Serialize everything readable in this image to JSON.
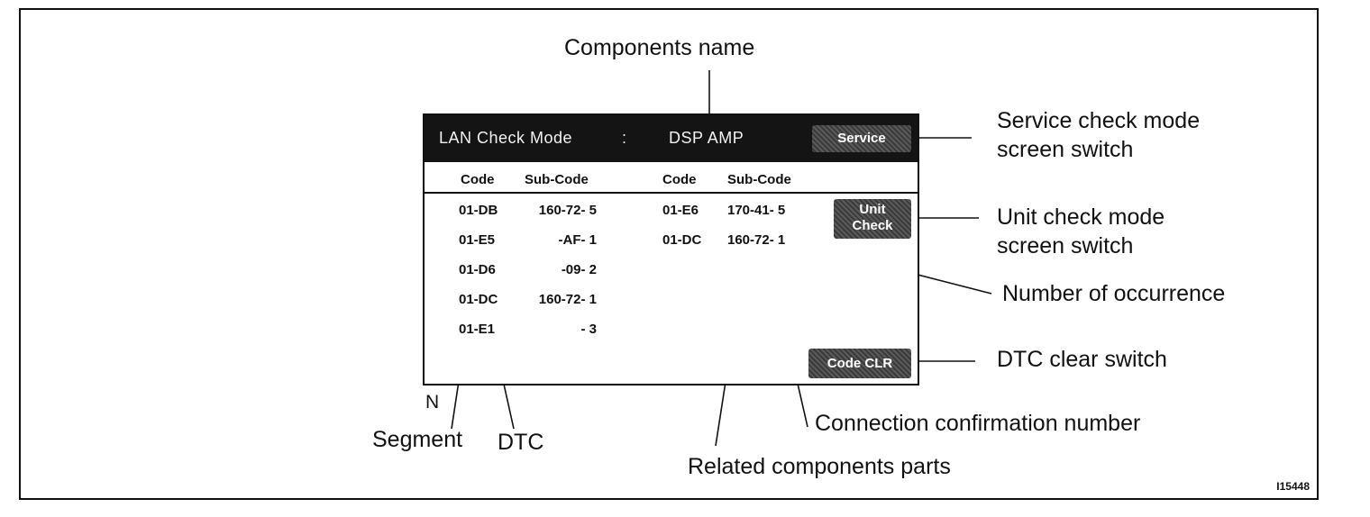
{
  "screen": {
    "header": {
      "mode_label": "LAN Check Mode",
      "separator": ":",
      "component": "DSP AMP",
      "service_button": "Service"
    },
    "columns": {
      "left_code": "Code",
      "left_subcode": "Sub-Code",
      "right_code": "Code",
      "right_subcode": "Sub-Code"
    },
    "left_rows": [
      {
        "code": "01-DB",
        "subcode": "160-72- 5"
      },
      {
        "code": "01-E5",
        "subcode": "-AF- 1"
      },
      {
        "code": "01-D6",
        "subcode": "-09- 2"
      },
      {
        "code": "01-DC",
        "subcode": "160-72- 1"
      },
      {
        "code": "01-E1",
        "subcode": "- 3"
      }
    ],
    "right_rows": [
      {
        "code": "01-E6",
        "subcode": "170-41- 5"
      },
      {
        "code": "01-DC",
        "subcode": "160-72- 1"
      }
    ],
    "unit_check_button": [
      "Unit",
      "Check"
    ],
    "code_clr_button": "Code CLR"
  },
  "callouts": {
    "components_name": "Components name",
    "service_switch": [
      "Service check mode",
      "screen switch"
    ],
    "unit_switch": [
      "Unit check mode",
      "screen switch"
    ],
    "occurrence": "Number of occurrence",
    "dtc_clear": "DTC clear switch",
    "connection": "Connection confirmation number",
    "related": "Related components parts",
    "segment": "Segment",
    "dtc": "DTC",
    "n_label": "N"
  },
  "figure_id": "I15448"
}
